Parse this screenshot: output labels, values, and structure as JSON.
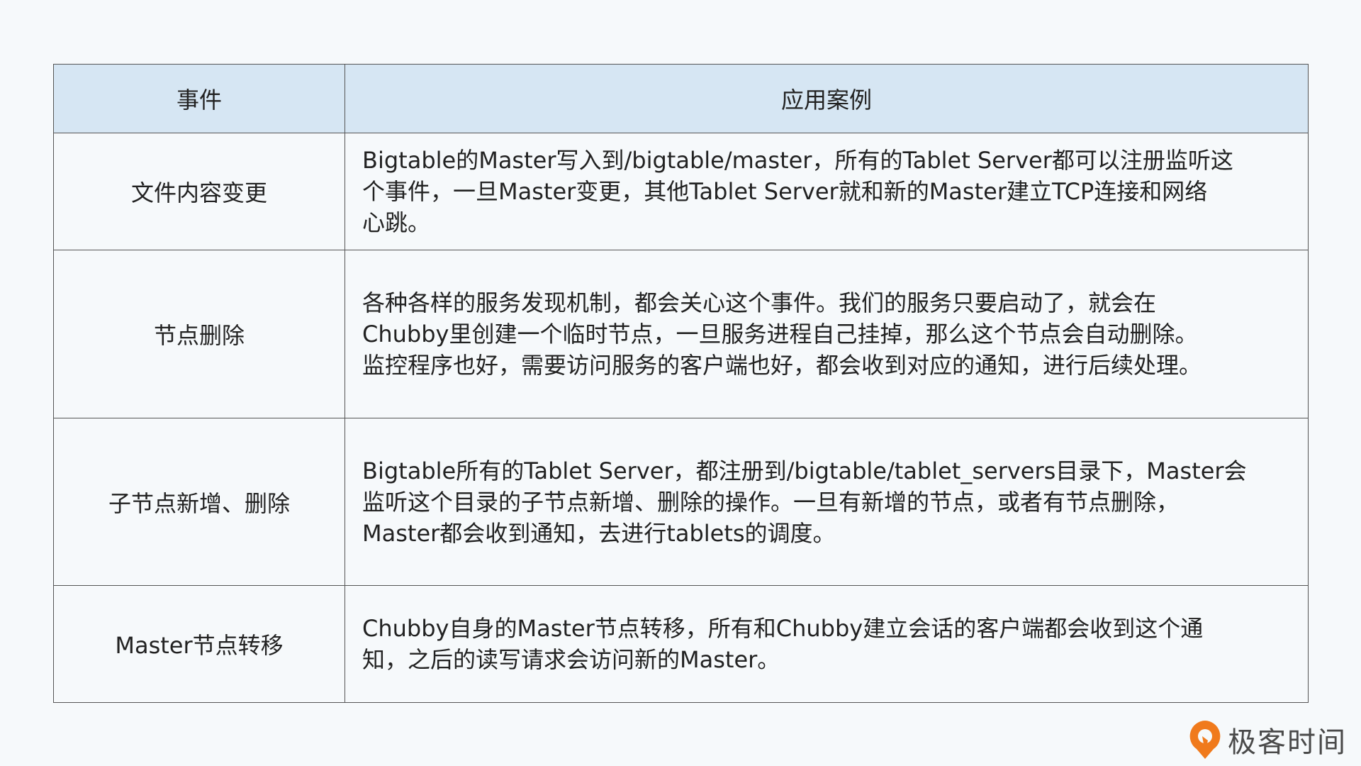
{
  "table": {
    "headers": [
      "事件",
      "应用案例"
    ],
    "rows": [
      {
        "event": "文件内容变更",
        "lines": [
          "Bigtable的Master写入到/bigtable/master，所有的Tablet Server都可以注册监听这",
          "个事件，一旦Master变更，其他Tablet Server就和新的Master建立TCP连接和网络",
          "心跳。"
        ]
      },
      {
        "event": "节点删除",
        "lines": [
          "各种各样的服务发现机制，都会关心这个事件。我们的服务只要启动了，就会在",
          "Chubby里创建一个临时节点，一旦服务进程自己挂掉，那么这个节点会自动删除。",
          "监控程序也好，需要访问服务的客户端也好，都会收到对应的通知，进行后续处理。"
        ]
      },
      {
        "event": "子节点新增、删除",
        "lines": [
          "Bigtable所有的Tablet Server，都注册到/bigtable/tablet_servers目录下，Master会",
          "监听这个目录的子节点新增、删除的操作。一旦有新增的节点，或者有节点删除，",
          "Master都会收到通知，去进行tablets的调度。"
        ]
      },
      {
        "event": "Master节点转移",
        "lines": [
          "Chubby自身的Master节点转移，所有和Chubby建立会话的客户端都会收到这个通",
          "知，之后的读写请求会访问新的Master。"
        ]
      }
    ]
  },
  "logo": {
    "text": "极客时间",
    "color": "#f07a1c"
  }
}
